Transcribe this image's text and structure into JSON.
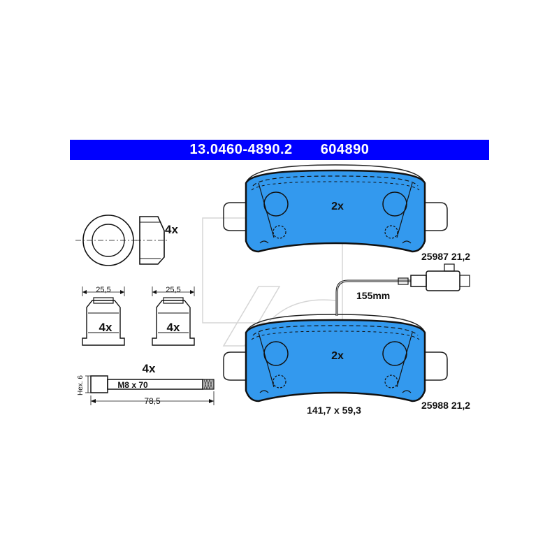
{
  "header": {
    "part_number": "13.0460-4890.2",
    "code": "604890",
    "background_color": "#0000ff",
    "text_color": "#ffffff"
  },
  "pads": {
    "top": {
      "quantity": "2x",
      "id_label": "25987 21,2"
    },
    "bottom": {
      "quantity": "2x",
      "id_label": "25988 21,2",
      "dimensions": "141,7 x 59,3"
    },
    "pad_color": "#3399ee",
    "wear_sensor_length": "155mm"
  },
  "accessories": {
    "bushing_quantity": "4x",
    "clip_left": {
      "width": "25,5",
      "quantity": "4x"
    },
    "clip_right": {
      "width": "25,5",
      "quantity": "4x"
    },
    "bolt": {
      "quantity": "4x",
      "thread": "M8 x 70",
      "hex_label": "Hex. 6",
      "length": "78,5"
    }
  },
  "watermark": {
    "logo": "ate-logo"
  }
}
